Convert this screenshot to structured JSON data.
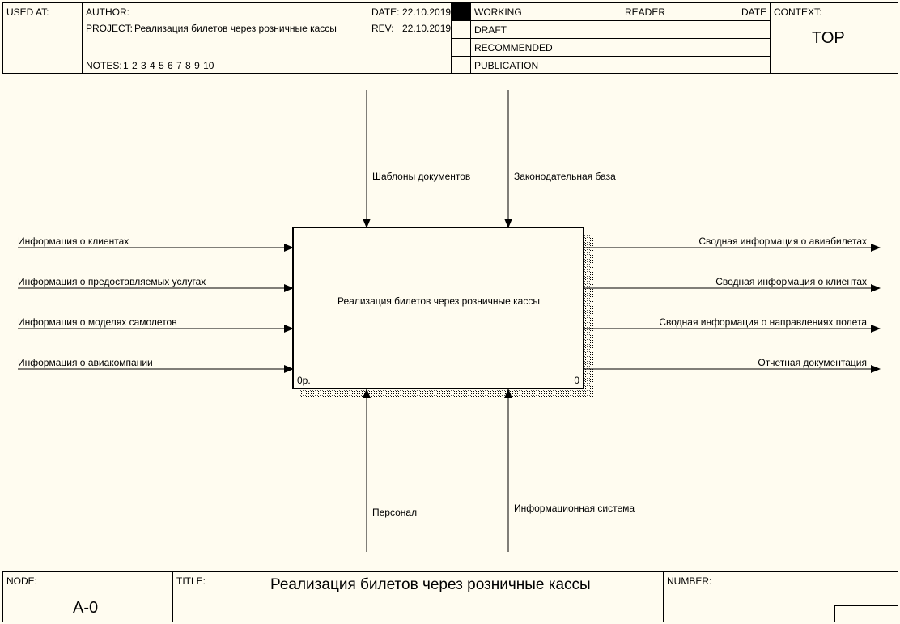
{
  "header": {
    "used_at_label": "USED AT:",
    "author_label": "AUTHOR:",
    "project_label": "PROJECT:",
    "project_value": "Реализация билетов через розничные кассы",
    "date_label": "DATE:",
    "date_value": "22.10.2019",
    "rev_label": "REV:",
    "rev_value": "22.10.2019",
    "notes_label": "NOTES:",
    "notes_value": "1  2  3  4  5  6  7  8  9  10",
    "status": [
      "WORKING",
      "DRAFT",
      "RECOMMENDED",
      "PUBLICATION"
    ],
    "active_status": "WORKING",
    "reader_label": "READER",
    "reader_date_label": "DATE",
    "context_label": "CONTEXT:",
    "context_value": "TOP"
  },
  "diagram": {
    "activity": {
      "name": "Реализация билетов через розничные кассы",
      "cost": "0р.",
      "number": "0"
    },
    "controls": [
      "Шаблоны документов",
      "Законодательная база"
    ],
    "inputs": [
      "Информация о клиентах",
      "Информация о предоставляемых услугах",
      "Информация о моделях самолетов",
      "Информация о авиакомпании"
    ],
    "outputs": [
      "Сводная информация о авиабилетах",
      "Сводная информация о клиентах",
      "Сводная информация о направлениях полета",
      "Отчетная документация"
    ],
    "mechanisms": [
      "Персонал",
      "Информационная система"
    ]
  },
  "footer": {
    "node_label": "NODE:",
    "node_value": "A-0",
    "title_label": "TITLE:",
    "title_value": "Реализация билетов через розничные кассы",
    "number_label": "NUMBER:"
  }
}
